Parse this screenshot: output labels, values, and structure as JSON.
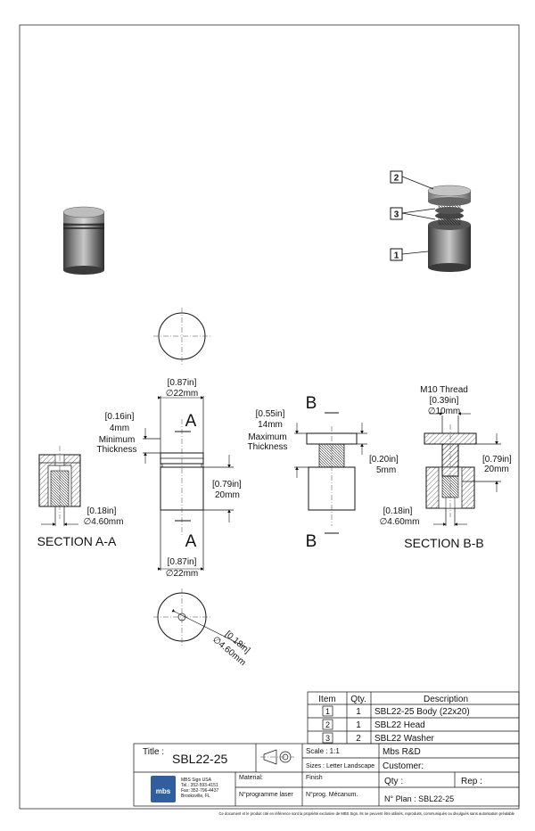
{
  "title_block": {
    "title_label": "Title :",
    "title_value": "SBL22-25",
    "scale": "Scale : 1:1",
    "sizes": "Sizes : Letter Landscape",
    "company": "Mbs R&D",
    "customer": "Customer:",
    "material": "Material:",
    "finish": "Finish",
    "qty": "Qty :",
    "rep": "Rep :",
    "prog_laser": "N°programme laser",
    "prog_mecanum": "N°prog. Mécanum.",
    "plan_no": "N° Plan : SBL22-25",
    "logo_text": "mbs",
    "address": [
      "MBS Sign USA",
      "Tel.: 352-593-4151",
      "Fax: 352-796-4437",
      "Brooksville, FL"
    ]
  },
  "bom": {
    "headers": [
      "Item",
      "Qty.",
      "Description"
    ],
    "rows": [
      {
        "item": "1",
        "qty": "1",
        "description": "SBL22-25 Body (22x20)"
      },
      {
        "item": "2",
        "qty": "1",
        "description": "SBL22 Head"
      },
      {
        "item": "3",
        "qty": "2",
        "description": "SBL22 Washer"
      }
    ]
  },
  "balloons": [
    "2",
    "3",
    "1"
  ],
  "footer": "Ce document et le produit cité en référence sont la propriété exclusive de MBS Sign. Ils ne peuvent être utilisés, reproduits, communiqués ou divulgués sans autorisation préalable",
  "dimensions": {
    "dia_top_in": "[0.87in]",
    "dia_top_mm": "∅22mm",
    "dia_bot_in": "[0.87in]",
    "dia_bot_mm": "∅22mm",
    "min_thick_in": "[0.16in]",
    "min_thick_mm": "4mm",
    "min_thick_label1": "Minimum",
    "min_thick_label2": "Thickness",
    "body_h_in": "[0.79in]",
    "body_h_mm": "20mm",
    "hole_a_in": "[0.18in]",
    "hole_a_mm": "∅4.60mm",
    "max_thick_in": "[0.55in]",
    "max_thick_mm": "14mm",
    "max_thick_label1": "Maximum",
    "max_thick_label2": "Thickness",
    "head_h_in": "[0.20in]",
    "head_h_mm": "5mm",
    "thread_label": "M10 Thread",
    "thread_in": "[0.39in]",
    "thread_mm": "∅10mm",
    "bb_h_in": "[0.79in]",
    "bb_h_mm": "20mm",
    "hole_b_in": "[0.18in]",
    "hole_b_mm": "∅4.60mm",
    "bottom_in": "[0.18in]",
    "bottom_mm": "∅4.60mm"
  },
  "section_letters": {
    "a_top": "A",
    "a_bot": "A",
    "b_top": "B",
    "b_bot": "B"
  },
  "section_titles": {
    "aa": "SECTION A-A",
    "bb": "SECTION B-B"
  }
}
